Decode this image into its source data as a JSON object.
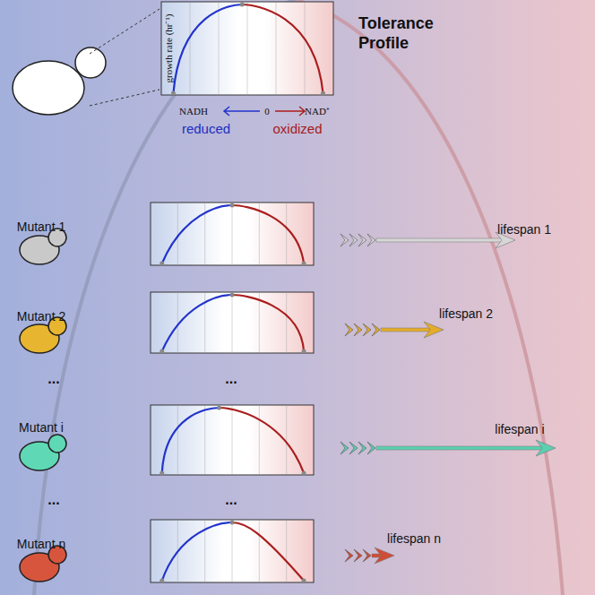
{
  "diagram": {
    "title": "Tolerance Profile",
    "labels": [
      "growth rate (hr⁻¹)",
      "NADH",
      "0",
      "NAD⁺",
      "reduced",
      "oxidized",
      "Mutant 1",
      "lifespan 1",
      "Mutant 2",
      "lifespan 2",
      "...",
      "...",
      "Mutant i",
      "lifespan i",
      "...",
      "...",
      "Mutant n",
      "lifespan n"
    ]
  }
}
